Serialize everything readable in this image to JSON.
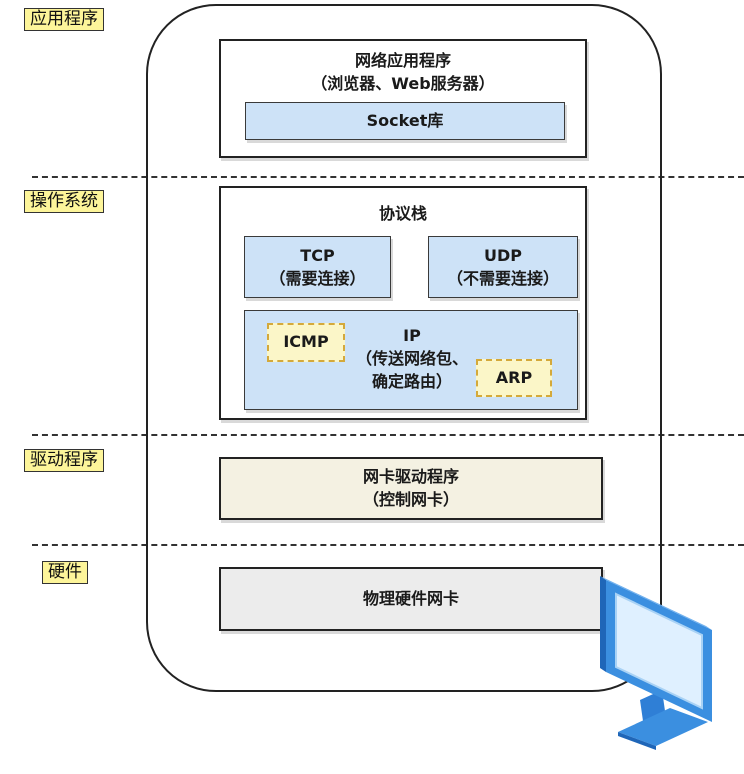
{
  "layers": {
    "application": "应用程序",
    "os": "操作系统",
    "driver": "驱动程序",
    "hardware": "硬件"
  },
  "app_box": {
    "title_line1": "网络应用程序",
    "title_line2": "（浏览器、Web服务器）",
    "socket": "Socket库"
  },
  "stack": {
    "title": "协议栈",
    "tcp_line1": "TCP",
    "tcp_line2": "（需要连接）",
    "udp_line1": "UDP",
    "udp_line2": "（不需要连接）",
    "ip_line1": "IP",
    "ip_line2": "（传送网络包、",
    "ip_line3": "确定路由）",
    "icmp": "ICMP",
    "arp": "ARP"
  },
  "driver_box": {
    "line1": "网卡驱动程序",
    "line2": "（控制网卡）"
  },
  "hardware_box": {
    "label": "物理硬件网卡"
  },
  "colors": {
    "tag_fill": "#fdf59a",
    "blue_fill": "#cde2f7",
    "driver_fill": "#f4f1e2",
    "hardware_fill": "#ececec",
    "dashed_yellow": "#d4a93a",
    "monitor_blue": "#3b8fe0"
  },
  "icons": {
    "monitor": "monitor-icon"
  }
}
